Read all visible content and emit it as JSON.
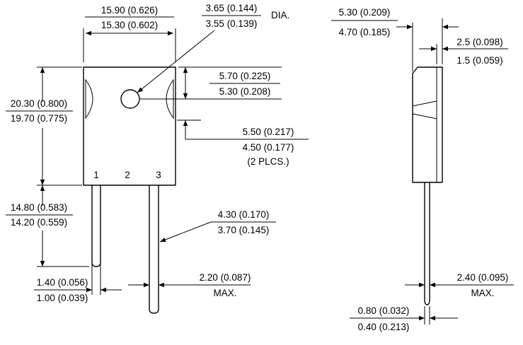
{
  "front": {
    "pins": [
      "1",
      "2",
      "3"
    ],
    "width": {
      "a": "15.90 (0.626)",
      "b": "15.30 (0.602)"
    },
    "hole_dia": {
      "a": "3.65 (0.144)",
      "b": "3.55 (0.139)",
      "note": "DIA."
    },
    "hole_pos": {
      "a": "5.70 (0.225)",
      "b": "5.30 (0.208)"
    },
    "height": {
      "a": "20.30 (0.800)",
      "b": "19.70 (0.775)"
    },
    "pitch": {
      "a": "5.50 (0.217)",
      "b": "4.50 (0.177)",
      "note": "(2 PLCS.)"
    },
    "lead_length": {
      "a": "14.80 (0.583)",
      "b": "14.20 (0.559)"
    },
    "lead_tip": {
      "a": "4.30 (0.170)",
      "b": "3.70 (0.145)"
    },
    "lead_width": {
      "a": "1.40 (0.056)",
      "b": "1.00 (0.039)"
    },
    "lead_width_max": {
      "a": "2.20 (0.087)",
      "note": "MAX."
    }
  },
  "side": {
    "thickness": {
      "a": "5.30 (0.209)",
      "b": "4.70 (0.185)"
    },
    "tab_thickness": {
      "a": "2.5 (0.098)",
      "b": "1.5 (0.059)"
    },
    "lead_thickness_max": {
      "a": "2.40 (0.095)",
      "note": "MAX."
    },
    "lead_tip_thickness": {
      "a": "0.80 (0.032)",
      "b": "0.40 (0.213)"
    }
  }
}
